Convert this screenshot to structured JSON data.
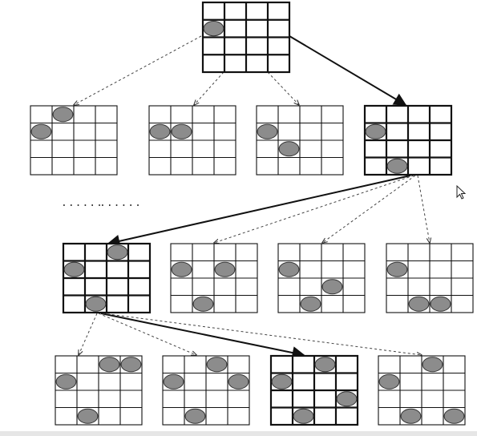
{
  "diagram": {
    "type": "backtracking-search-tree",
    "grid_rows": 4,
    "grid_cols": 4,
    "colors": {
      "line": "#111111",
      "cell_fill": "#ffffff",
      "disc_fill": "#8c8c8c",
      "disc_stroke": "#333333"
    },
    "nodes": [
      {
        "id": "root",
        "level": 0,
        "bold": true,
        "discs": [
          [
            1,
            0
          ]
        ]
      },
      {
        "id": "l1-a",
        "level": 1,
        "bold": false,
        "discs": [
          [
            0,
            1
          ],
          [
            1,
            0
          ]
        ]
      },
      {
        "id": "l1-b",
        "level": 1,
        "bold": false,
        "discs": [
          [
            1,
            0
          ],
          [
            1,
            1
          ]
        ]
      },
      {
        "id": "l1-c",
        "level": 1,
        "bold": false,
        "discs": [
          [
            1,
            0
          ],
          [
            2,
            1
          ]
        ]
      },
      {
        "id": "l1-d",
        "level": 1,
        "bold": true,
        "discs": [
          [
            1,
            0
          ],
          [
            3,
            1
          ]
        ]
      },
      {
        "id": "l2-a",
        "level": 2,
        "bold": true,
        "discs": [
          [
            0,
            2
          ],
          [
            1,
            0
          ],
          [
            3,
            1
          ]
        ]
      },
      {
        "id": "l2-b",
        "level": 2,
        "bold": false,
        "discs": [
          [
            1,
            0
          ],
          [
            1,
            2
          ],
          [
            3,
            1
          ]
        ]
      },
      {
        "id": "l2-c",
        "level": 2,
        "bold": false,
        "discs": [
          [
            1,
            0
          ],
          [
            2,
            2
          ],
          [
            3,
            1
          ]
        ]
      },
      {
        "id": "l2-d",
        "level": 2,
        "bold": false,
        "discs": [
          [
            1,
            0
          ],
          [
            3,
            1
          ],
          [
            3,
            2
          ]
        ]
      },
      {
        "id": "l3-a",
        "level": 3,
        "bold": false,
        "discs": [
          [
            0,
            2
          ],
          [
            0,
            3
          ],
          [
            1,
            0
          ],
          [
            3,
            1
          ]
        ]
      },
      {
        "id": "l3-b",
        "level": 3,
        "bold": false,
        "discs": [
          [
            0,
            2
          ],
          [
            1,
            0
          ],
          [
            1,
            3
          ],
          [
            3,
            1
          ]
        ]
      },
      {
        "id": "l3-c",
        "level": 3,
        "bold": true,
        "discs": [
          [
            0,
            2
          ],
          [
            1,
            0
          ],
          [
            2,
            3
          ],
          [
            3,
            1
          ]
        ]
      },
      {
        "id": "l3-d",
        "level": 3,
        "bold": false,
        "discs": [
          [
            0,
            2
          ],
          [
            1,
            0
          ],
          [
            3,
            1
          ],
          [
            3,
            3
          ]
        ]
      }
    ],
    "edges": [
      {
        "from": "root",
        "to": "l1-a",
        "style": "dashed"
      },
      {
        "from": "root",
        "to": "l1-b",
        "style": "dashed"
      },
      {
        "from": "root",
        "to": "l1-c",
        "style": "dashed"
      },
      {
        "from": "root",
        "to": "l1-d",
        "style": "solid"
      },
      {
        "from": "l1-d",
        "to": "l2-a",
        "style": "solid"
      },
      {
        "from": "l1-d",
        "to": "l2-b",
        "style": "dashed"
      },
      {
        "from": "l1-d",
        "to": "l2-c",
        "style": "dashed"
      },
      {
        "from": "l1-d",
        "to": "l2-d",
        "style": "dashed"
      },
      {
        "from": "l2-a",
        "to": "l3-a",
        "style": "dashed"
      },
      {
        "from": "l2-a",
        "to": "l3-b",
        "style": "dashed"
      },
      {
        "from": "l2-a",
        "to": "l3-c",
        "style": "solid"
      },
      {
        "from": "l2-a",
        "to": "l3-d",
        "style": "dashed"
      }
    ],
    "ellipsis": [
      "......",
      "......"
    ]
  }
}
